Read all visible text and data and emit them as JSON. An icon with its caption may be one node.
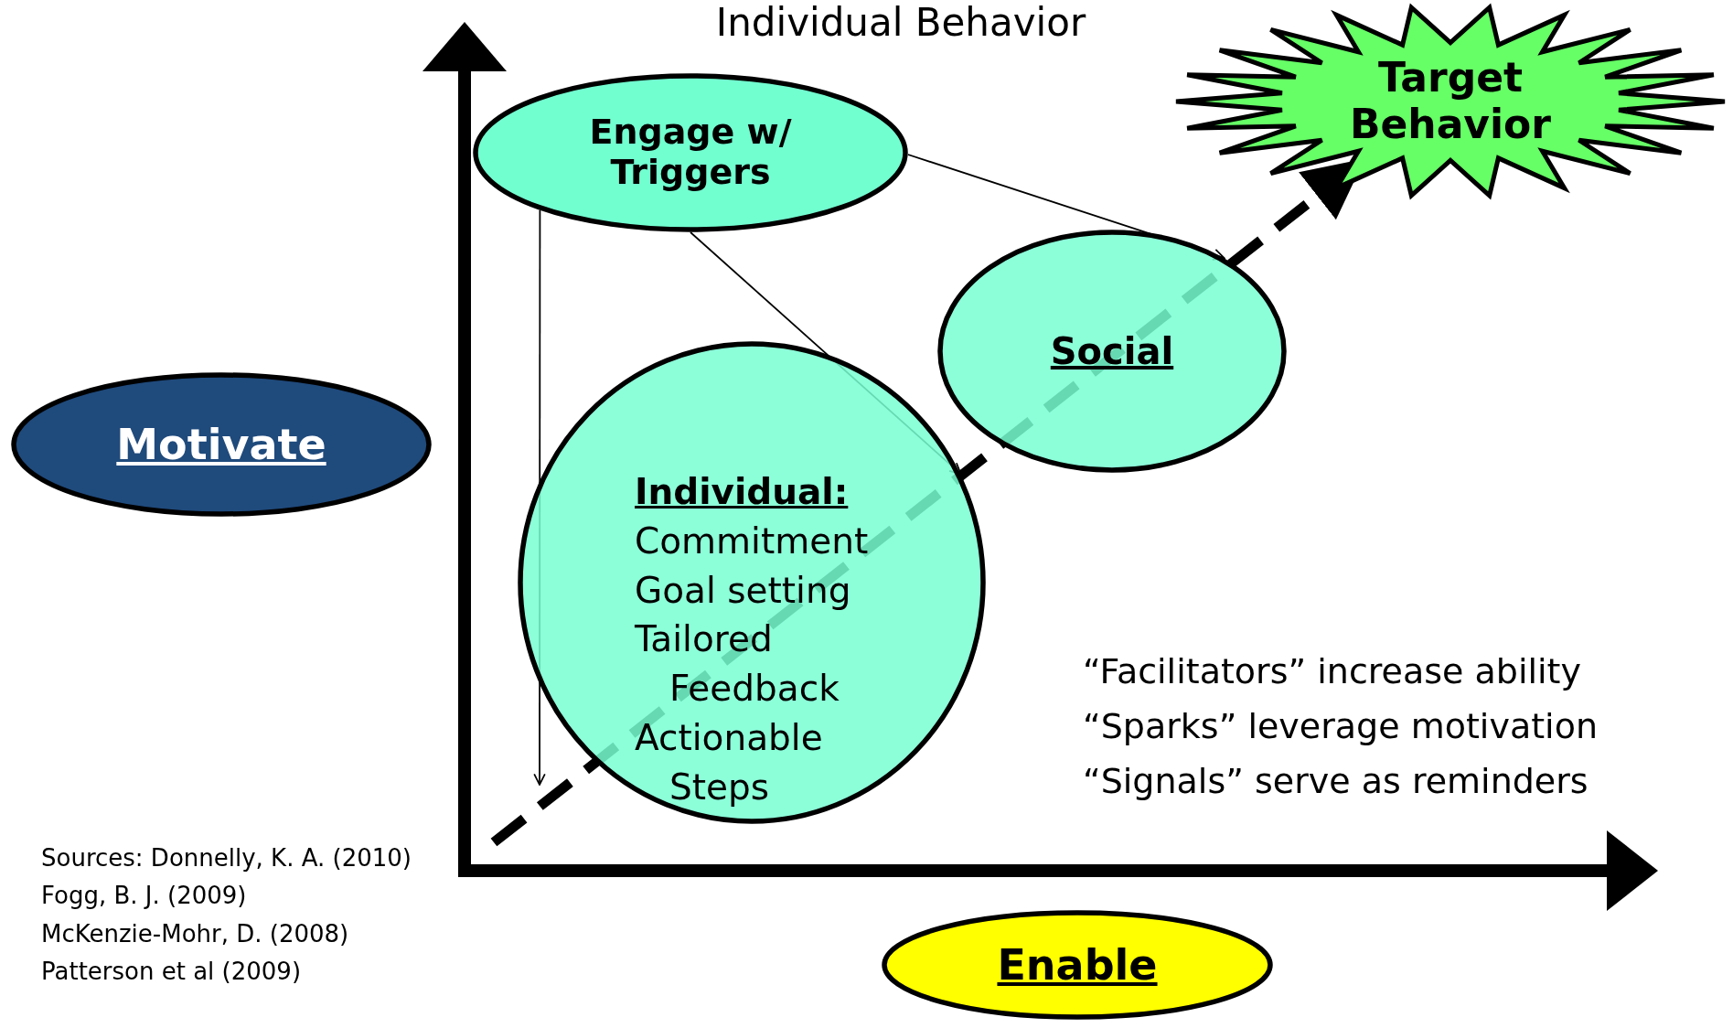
{
  "diagram": {
    "title": "Individual Behavior",
    "nodes": [
      {
        "text": [
          "Motivate"
        ]
      },
      {
        "text": [
          "Engage w/ Triggers"
        ]
      },
      {
        "text": [
          "Individual:",
          "Commitment",
          "Goal setting",
          "Tailored Feedback",
          "Actionable Steps"
        ]
      },
      {
        "text": [
          "Social"
        ]
      },
      {
        "text": [
          "Target Behavior"
        ]
      },
      {
        "text": [
          "Enable"
        ]
      }
    ],
    "edges": [
      {
        "from": 1,
        "to": 2,
        "arrow": "to"
      },
      {
        "from": 1,
        "to": 3,
        "arrow": "to"
      },
      {
        "from": 1,
        "to": null,
        "arrow": "to"
      },
      {
        "from": null,
        "to": 4,
        "arrow": "to",
        "style": "dashed"
      }
    ],
    "labels": [
      "“Facilitators” increase ability",
      "“Sparks” leverage motivation",
      "“Signals” serve as reminders",
      "Sources:  Donnelly, K. A. (2010)",
      "Fogg, B. J. (2009)",
      "McKenzie-Mohr, D. (2008)",
      "Patterson et al (2009)"
    ]
  }
}
